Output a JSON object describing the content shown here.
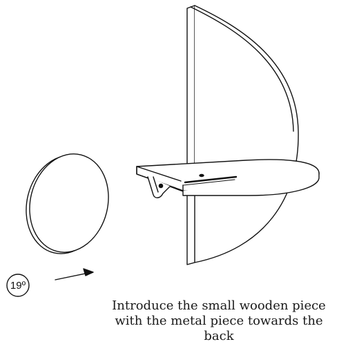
{
  "step": {
    "number": "19º"
  },
  "instruction": {
    "line1": "Introduce the small wooden piece",
    "line2": "with the metal piece towards the",
    "line3": "back"
  }
}
